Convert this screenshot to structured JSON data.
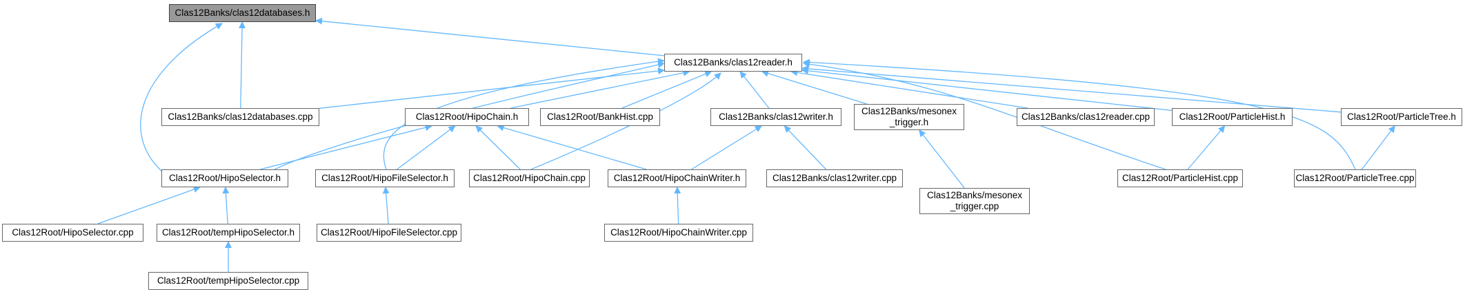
{
  "graph": {
    "edge_color": "#63b8ff",
    "node_border_color": "#666666",
    "current_node_fill": "#999999",
    "nodes": [
      {
        "id": "n0",
        "label": "Clas12Banks/clas12databases.h",
        "current": true
      },
      {
        "id": "n1",
        "label": "Clas12Banks/clas12reader.h"
      },
      {
        "id": "n2",
        "label": "Clas12Root/HipoSelector.h"
      },
      {
        "id": "n3",
        "label": "Clas12Banks/clas12databases.cpp"
      },
      {
        "id": "n4",
        "label": "Clas12Root/HipoChain.h"
      },
      {
        "id": "n5",
        "label": "Clas12Root/BankHist.cpp"
      },
      {
        "id": "n6",
        "label": "Clas12Banks/clas12writer.h"
      },
      {
        "id": "n7",
        "label": "Clas12Banks/mesonex\n_trigger.h"
      },
      {
        "id": "n8",
        "label": "Clas12Banks/clas12reader.cpp"
      },
      {
        "id": "n9",
        "label": "Clas12Root/ParticleHist.h"
      },
      {
        "id": "n10",
        "label": "Clas12Root/ParticleTree.h"
      },
      {
        "id": "n11",
        "label": "Clas12Root/HipoFileSelector.h"
      },
      {
        "id": "n12",
        "label": "Clas12Root/HipoChain.cpp"
      },
      {
        "id": "n13",
        "label": "Clas12Root/HipoChainWriter.h"
      },
      {
        "id": "n14",
        "label": "Clas12Banks/clas12writer.cpp"
      },
      {
        "id": "n15",
        "label": "Clas12Banks/mesonex\n_trigger.cpp"
      },
      {
        "id": "n16",
        "label": "Clas12Root/ParticleHist.cpp"
      },
      {
        "id": "n17",
        "label": "Clas12Root/ParticleTree.cpp"
      },
      {
        "id": "n18",
        "label": "Clas12Root/HipoSelector.cpp"
      },
      {
        "id": "n19",
        "label": "Clas12Root/tempHipoSelector.h"
      },
      {
        "id": "n20",
        "label": "Clas12Root/HipoFileSelector.cpp"
      },
      {
        "id": "n21",
        "label": "Clas12Root/HipoChainWriter.cpp"
      },
      {
        "id": "n22",
        "label": "Clas12Root/tempHipoSelector.cpp"
      }
    ],
    "edges": [
      {
        "from": "n1",
        "to": "n0"
      },
      {
        "from": "n2",
        "to": "n0"
      },
      {
        "from": "n3",
        "to": "n0"
      },
      {
        "from": "n2",
        "to": "n1"
      },
      {
        "from": "n3",
        "to": "n1"
      },
      {
        "from": "n4",
        "to": "n1"
      },
      {
        "from": "n5",
        "to": "n1"
      },
      {
        "from": "n6",
        "to": "n1"
      },
      {
        "from": "n7",
        "to": "n1"
      },
      {
        "from": "n8",
        "to": "n1"
      },
      {
        "from": "n9",
        "to": "n1"
      },
      {
        "from": "n10",
        "to": "n1"
      },
      {
        "from": "n11",
        "to": "n1"
      },
      {
        "from": "n12",
        "to": "n1"
      },
      {
        "from": "n16",
        "to": "n1"
      },
      {
        "from": "n17",
        "to": "n1"
      },
      {
        "from": "n2",
        "to": "n4"
      },
      {
        "from": "n11",
        "to": "n4"
      },
      {
        "from": "n12",
        "to": "n4"
      },
      {
        "from": "n13",
        "to": "n4"
      },
      {
        "from": "n13",
        "to": "n6"
      },
      {
        "from": "n14",
        "to": "n6"
      },
      {
        "from": "n15",
        "to": "n7"
      },
      {
        "from": "n16",
        "to": "n9"
      },
      {
        "from": "n17",
        "to": "n10"
      },
      {
        "from": "n18",
        "to": "n2"
      },
      {
        "from": "n19",
        "to": "n2"
      },
      {
        "from": "n20",
        "to": "n11"
      },
      {
        "from": "n21",
        "to": "n13"
      },
      {
        "from": "n22",
        "to": "n19"
      }
    ]
  }
}
